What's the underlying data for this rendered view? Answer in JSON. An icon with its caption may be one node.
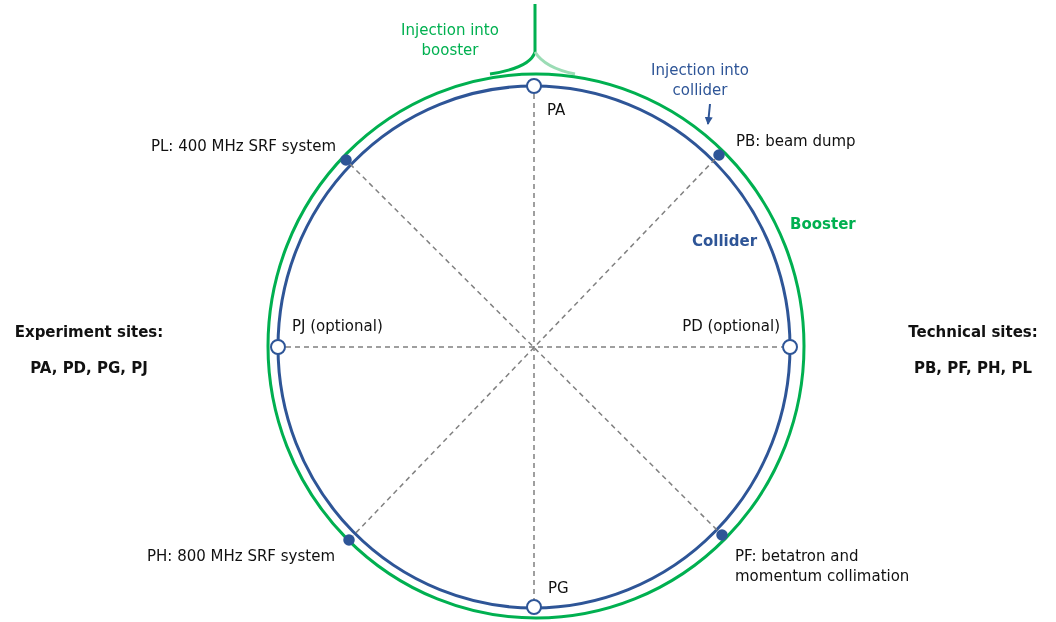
{
  "diagram": {
    "nodes": [
      {
        "text": [
          "Injection into collider"
        ]
      },
      {
        "text": [],
        "shape": "circle",
        "beside": [
          "PA"
        ]
      },
      {
        "text": [],
        "shape": "circle",
        "beside": [
          "PL: 400 MHz SRF system"
        ]
      },
      {
        "text": [],
        "shape": "circle",
        "beside": [
          "PB: beam dump"
        ]
      },
      {
        "text": [],
        "shape": "circle",
        "beside": [
          "PJ (optional)"
        ]
      },
      {
        "text": [],
        "shape": "circle",
        "beside": [
          "PD (optional)"
        ]
      },
      {
        "text": [],
        "shape": "circle",
        "beside": [
          "PH: 800 MHz SRF system"
        ]
      },
      {
        "text": [],
        "shape": "circle",
        "beside": [
          "PF: betatron and momentum collimation"
        ]
      },
      {
        "text": [],
        "shape": "circle",
        "beside": [
          "PG"
        ]
      }
    ],
    "edges": [
      {
        "from": 1,
        "to": 8,
        "arrow": "none",
        "style": "dashed"
      },
      {
        "from": 2,
        "to": 7,
        "arrow": "none",
        "style": "dashed"
      },
      {
        "from": 3,
        "to": 6,
        "arrow": "none",
        "style": "dashed"
      },
      {
        "from": 4,
        "to": 5,
        "arrow": "none",
        "style": "dashed"
      },
      {
        "from": 0,
        "to": null,
        "arrow": "to",
        "color": "#2e5597"
      }
    ],
    "labels": [
      "Injection into booster",
      "Collider",
      "Booster",
      "Experiment sites:",
      "PA, PD, PG, PJ",
      "Technical sites:",
      "PB, PF, PH, PL"
    ]
  }
}
